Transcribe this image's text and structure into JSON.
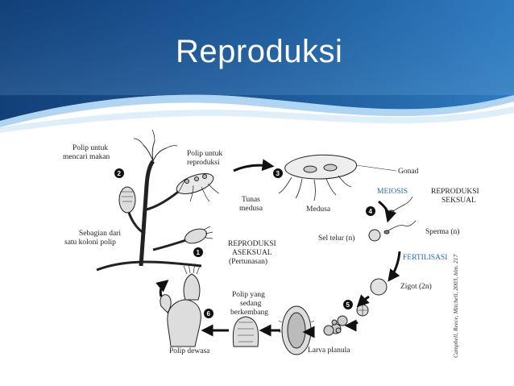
{
  "slide": {
    "title": "Reproduksi",
    "colors": {
      "header_dark": "#123f78",
      "header_light": "#2f7bbf",
      "accent_text": "#1c6ea4"
    }
  },
  "diagram": {
    "labels": {
      "polip_makan_1": "Polip untuk",
      "polip_makan_2": "mencari makan",
      "polip_repro_1": "Polip untuk",
      "polip_repro_2": "reproduksi",
      "tunas_1": "Tunas",
      "tunas_2": "medusa",
      "sebagian_1": "Sebagian dari",
      "sebagian_2": "satu koloni polip",
      "aseksual_1": "REPRODUKSI",
      "aseksual_2": "ASEKSUAL",
      "aseksual_3": "(Pertunasan)",
      "gonad": "Gonad",
      "medusa": "Medusa",
      "meiosis": "MEIOSIS",
      "seksual_1": "REPRODUKSI",
      "seksual_2": "SEKSUAL",
      "sel_telur": "Sel telur (n)",
      "sperma": "Sperma (n)",
      "fertilisasi": "FERTILISASI",
      "zigot": "Zigot (2n)",
      "larva": "Larva planula",
      "polip_sedang_1": "Polip yang",
      "polip_sedang_2": "sedang",
      "polip_sedang_3": "berkembang",
      "polip_dewasa": "Polip dewasa",
      "citation": "Campbell, Reece, Mitchell, 2003, hlm. 217"
    },
    "steps": [
      "1",
      "2",
      "3",
      "4",
      "5",
      "6"
    ]
  }
}
